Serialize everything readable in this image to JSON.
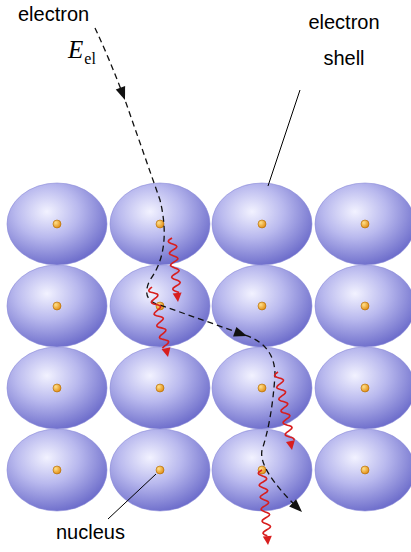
{
  "diagram": {
    "labels": [
      "electron",
      "E",
      "el",
      "electron shell",
      "nucleus"
    ]
  }
}
